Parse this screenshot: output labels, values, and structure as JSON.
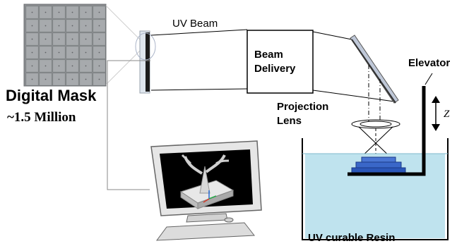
{
  "labels": {
    "uv_beam": "UV Beam",
    "beam_delivery_line1": "Beam",
    "beam_delivery_line2": "Delivery",
    "elevator": "Elevator",
    "z_axis": "Z",
    "projection_line1": "Projection",
    "projection_line2": "Lens",
    "digital_mask": "Digital Mask",
    "resolution": "~1.5 Million",
    "resin": "UV curable Resin"
  },
  "colors": {
    "mask_grid": "#8a8d90",
    "mask_cell": "#a7aaad",
    "mirror_face": "#bfc8d8",
    "resin_fill": "#bfe3ee",
    "part_blue": "#2b56b8",
    "monitor_screen": "#000000",
    "monitor_body": "#e6e6e6"
  }
}
